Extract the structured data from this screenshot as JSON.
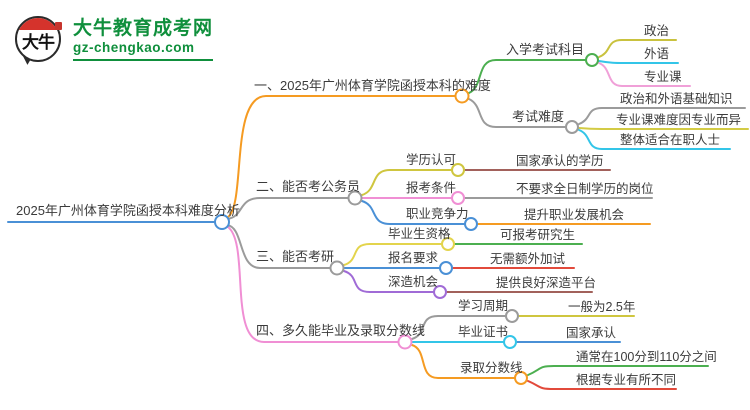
{
  "logo": {
    "icon_text": "大牛",
    "title": "大牛教育成考网",
    "subtitle": "gz-chengkao.com",
    "brand_color": "#0F8F3C"
  },
  "root": {
    "label": "2025年广州体育学院函授本科难度分析",
    "color": "#4A90D6"
  },
  "branches": [
    {
      "label": "一、2025年广州体育学院函授本科的难度",
      "color": "#F59B22",
      "children": [
        {
          "label": "入学考试科目",
          "color": "#4CAF50",
          "children": [
            {
              "label": "政治",
              "color": "#C9C23E"
            },
            {
              "label": "外语",
              "color": "#33C5E8"
            },
            {
              "label": "专业课",
              "color": "#F0A0D8"
            }
          ]
        },
        {
          "label": "考试难度",
          "color": "#9B9B9B",
          "children": [
            {
              "label": "政治和外语基础知识",
              "color": "#9B9B9B"
            },
            {
              "label": "专业课难度因专业而异",
              "color": "#D3CB45"
            },
            {
              "label": "整体适合在职人士",
              "color": "#33C5E8"
            }
          ]
        }
      ]
    },
    {
      "label": "二、能否考公务员",
      "color": "#9B9B9B",
      "children": [
        {
          "label": "学历认可",
          "color": "#CFC63F",
          "children": [
            {
              "label": "国家承认的学历",
              "color": "#A2615B"
            }
          ]
        },
        {
          "label": "报考条件",
          "color": "#F08FD4",
          "children": [
            {
              "label": "不要求全日制学历的岗位",
              "color": "#9B9B9B"
            }
          ]
        },
        {
          "label": "职业竞争力",
          "color": "#4A90D6",
          "children": [
            {
              "label": "提升职业发展机会",
              "color": "#F59B22"
            }
          ]
        }
      ]
    },
    {
      "label": "三、能否考研",
      "color": "#9B9B9B",
      "children": [
        {
          "label": "毕业生资格",
          "color": "#E3D44C",
          "children": [
            {
              "label": "可报考研究生",
              "color": "#4CAF50"
            }
          ]
        },
        {
          "label": "报名要求",
          "color": "#4A90D6",
          "children": [
            {
              "label": "无需额外加试",
              "color": "#E24A3B"
            }
          ]
        },
        {
          "label": "深造机会",
          "color": "#A06BD6",
          "children": [
            {
              "label": "提供良好深造平台",
              "color": "#A2615B"
            }
          ]
        }
      ]
    },
    {
      "label": "四、多久能毕业及录取分数线",
      "color": "#F08FD4",
      "children": [
        {
          "label": "学习周期",
          "color": "#9B9B9B",
          "children": [
            {
              "label": "一般为2.5年",
              "color": "#CFC63F"
            }
          ]
        },
        {
          "label": "毕业证书",
          "color": "#33C5E8",
          "children": [
            {
              "label": "国家承认",
              "color": "#4A90D6"
            }
          ]
        },
        {
          "label": "录取分数线",
          "color": "#F59B22",
          "children": [
            {
              "label": "通常在100分到110分之间",
              "color": "#4CAF50"
            },
            {
              "label": "根据专业有所不同",
              "color": "#E24A3B"
            }
          ]
        }
      ]
    }
  ]
}
